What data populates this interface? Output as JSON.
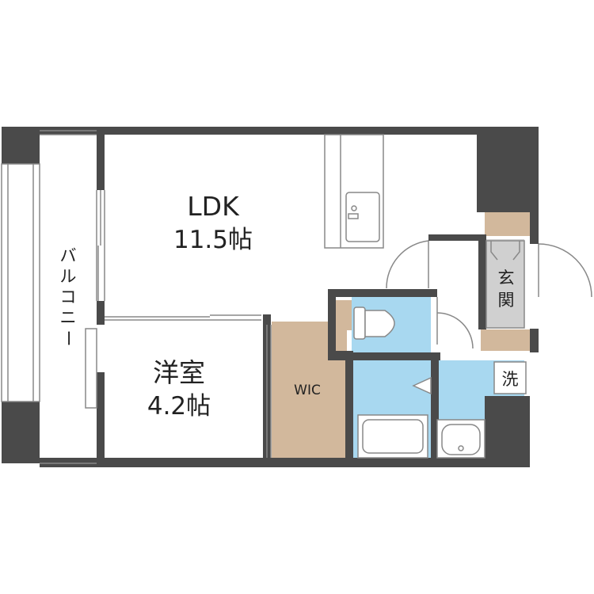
{
  "rooms": {
    "ldk": {
      "name": "LDK",
      "size": "11.5帖"
    },
    "western": {
      "name": "洋室",
      "size": "4.2帖"
    },
    "wic": {
      "name": "WIC"
    },
    "entrance": {
      "line1": "玄",
      "line2": "関"
    },
    "laundry": {
      "name": "洗"
    },
    "balcony": {
      "chars": [
        "バ",
        "ル",
        "コ",
        "ニ",
        "ー"
      ]
    }
  },
  "colors": {
    "wall": "#4a4a4a",
    "wet_area": "#a8d8f0",
    "wic": "#d2b89c",
    "entrance_floor": "#d0d0d0",
    "fixture_line": "#888888"
  }
}
